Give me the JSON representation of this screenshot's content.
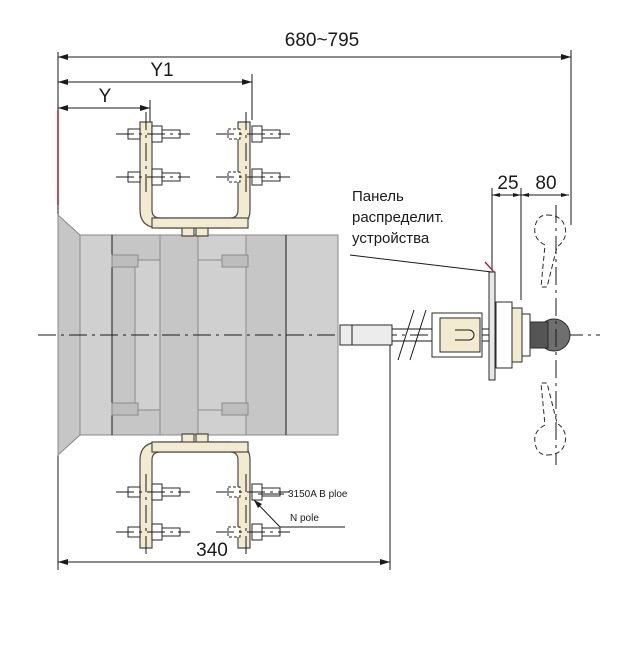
{
  "dimensions": {
    "overall": "680~795",
    "y1": "Y1",
    "y": "Y",
    "panel_gap": "25",
    "handle_offset": "80",
    "body_depth": "340"
  },
  "labels": {
    "panel_line1": "Панель",
    "panel_line2": "распределит.",
    "panel_line3": "устройства",
    "pole_b": "3150A  B ploe",
    "pole_n": "N  pole"
  },
  "colors": {
    "busbar": "#f2ebcf",
    "body": "#d0d0d0",
    "accent_line": "#b0203a",
    "knob": "#6f6f6f"
  }
}
